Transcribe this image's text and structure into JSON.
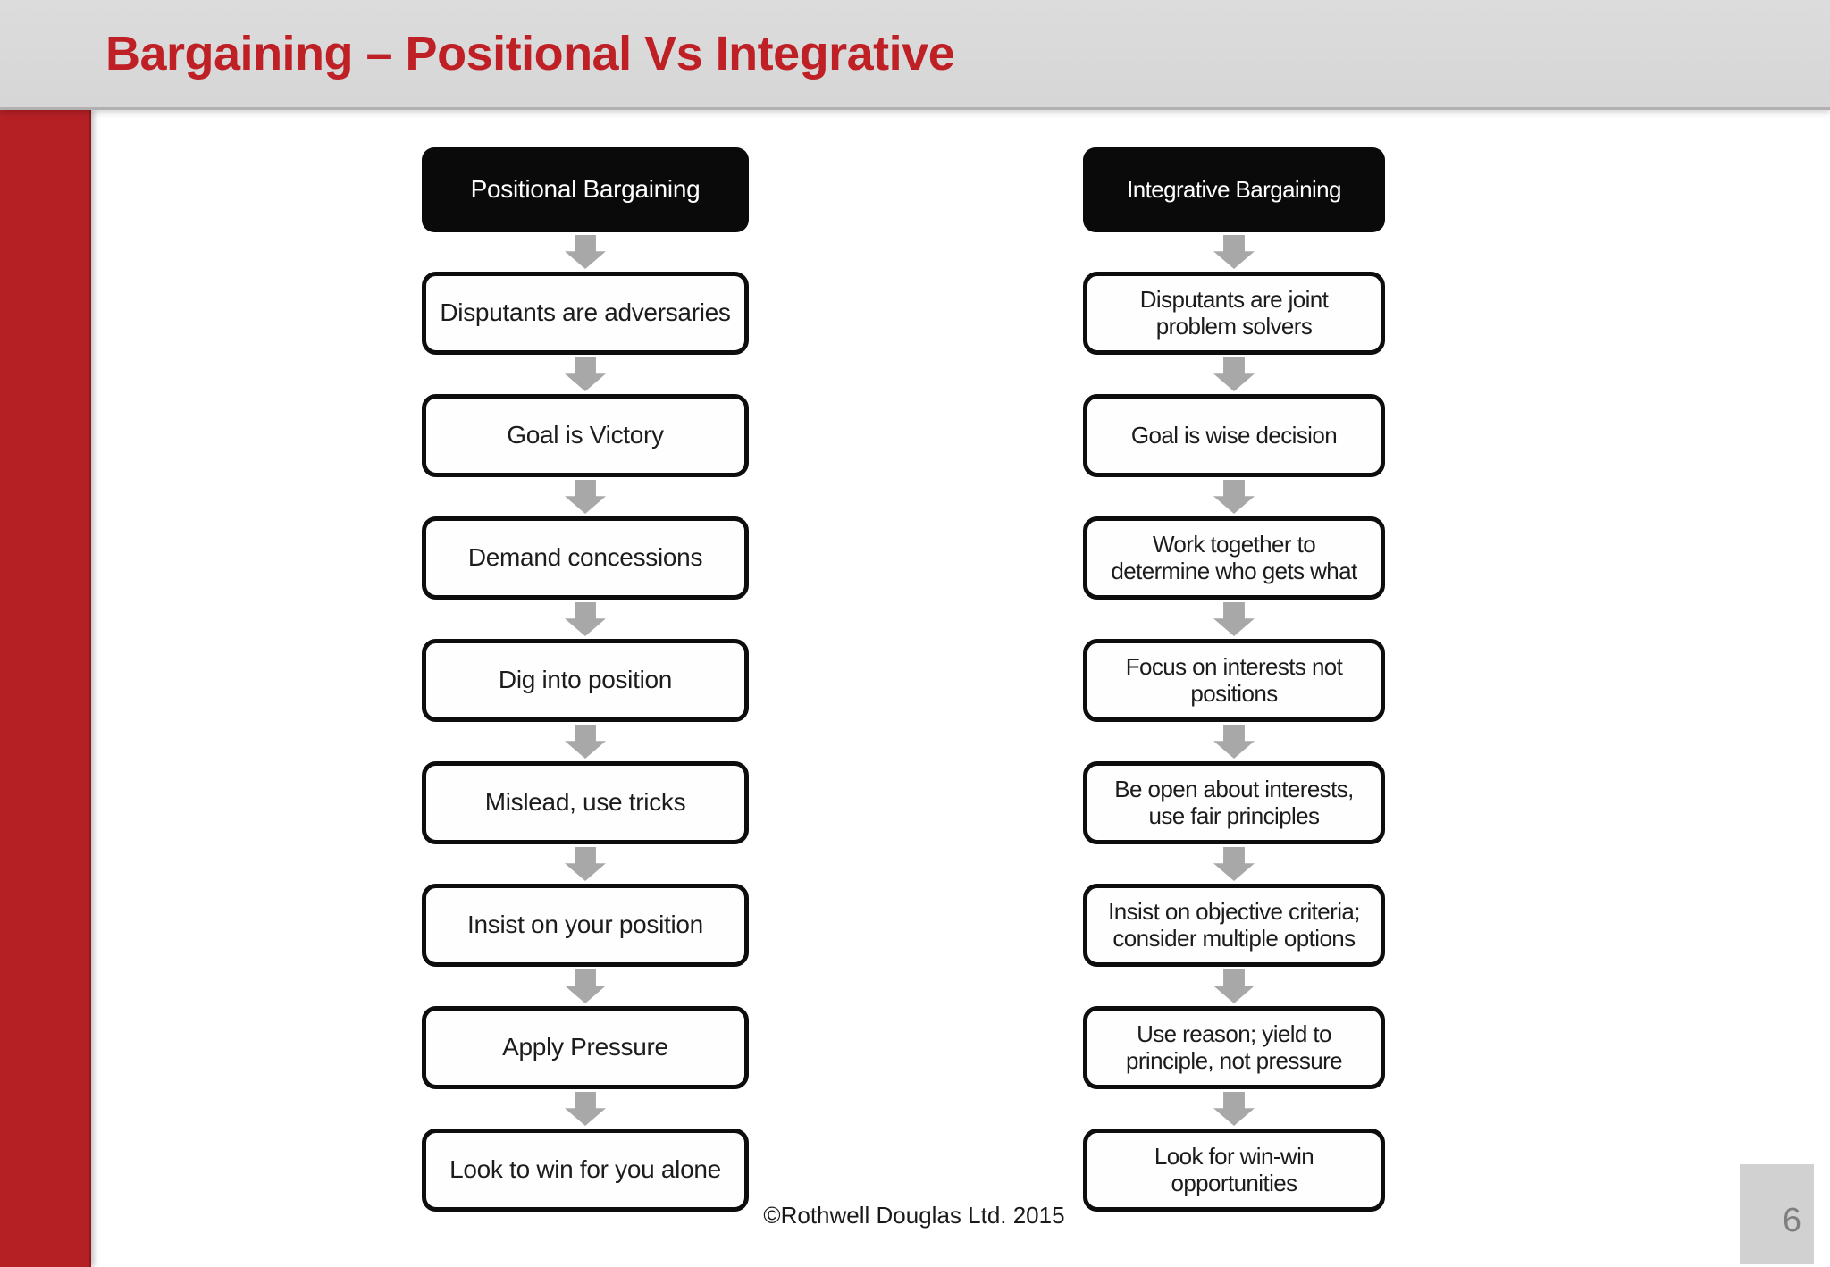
{
  "slide": {
    "title": "Bargaining – Positional Vs Integrative",
    "footer": "©Rothwell Douglas Ltd. 2015",
    "page_number": "6"
  },
  "colors": {
    "title_red": "#be2025",
    "accent_bar_red": "#b52025",
    "top_bar_gray": "#d9d9d9",
    "arrow_gray": "#a8a8a8",
    "box_black": "#0a0a0a",
    "box_border_black": "#0d0d0d",
    "page_tab_gray": "#d1d1d1",
    "page_number_gray": "#7f7f7f"
  },
  "columns": [
    {
      "header": "Positional Bargaining",
      "steps": [
        "Disputants are adversaries",
        "Goal is Victory",
        "Demand concessions",
        "Dig into position",
        "Mislead, use tricks",
        "Insist on your position",
        "Apply Pressure",
        "Look to win for you alone"
      ]
    },
    {
      "header": "Integrative Bargaining",
      "steps": [
        "Disputants are joint\nproblem solvers",
        "Goal is wise decision",
        "Work together to\ndetermine who gets what",
        "Focus on interests not\npositions",
        "Be open about interests,\nuse fair principles",
        "Insist on objective criteria;\nconsider multiple options",
        "Use reason; yield to\nprinciple, not pressure",
        "Look for win-win\nopportunities"
      ]
    }
  ]
}
